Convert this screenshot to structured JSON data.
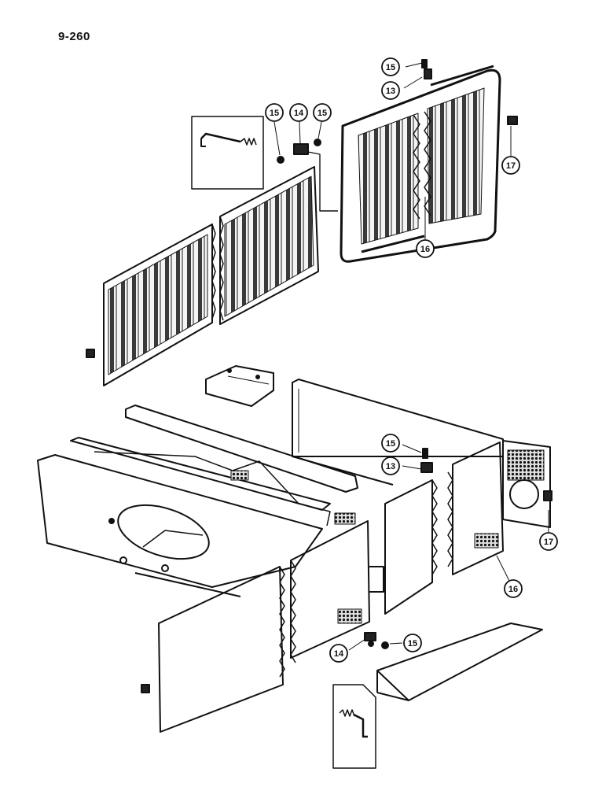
{
  "page": {
    "label": "9-260"
  },
  "callouts": {
    "c15a": "15",
    "c13a": "13",
    "c15b": "15",
    "c14a": "14",
    "c15c": "15",
    "c17a": "17",
    "c16a": "16",
    "c15d": "15",
    "c13b": "13",
    "c17b": "17",
    "c16b": "16",
    "c14b": "14",
    "c15e": "15"
  }
}
